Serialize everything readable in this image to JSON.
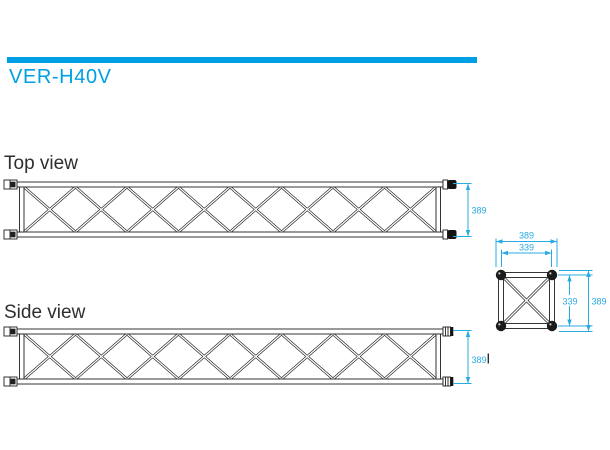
{
  "header": {
    "product_code": "VER-H40V"
  },
  "views": {
    "top": {
      "label": "Top view",
      "height_dimension": "389"
    },
    "side": {
      "label": "Side view",
      "height_dimension": "389"
    },
    "cross_section": {
      "outer_width": "389",
      "inner_width": "339",
      "inner_height": "339",
      "outer_height": "389"
    }
  },
  "colors": {
    "accent": "#009FE3",
    "dimension": "#29ABE2",
    "linework": "#1f1f1f"
  }
}
